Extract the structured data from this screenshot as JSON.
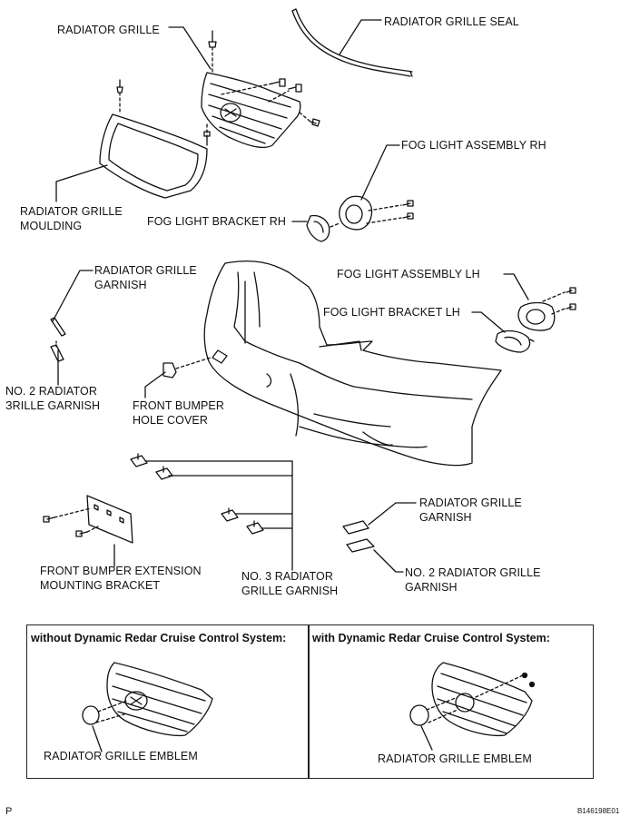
{
  "labels": {
    "radiator_grille": "RADIATOR GRILLE",
    "radiator_grille_seal": "RADIATOR GRILLE SEAL",
    "fog_light_assembly_rh": "FOG LIGHT ASSEMBLY RH",
    "radiator_grille_moulding_1": "RADIATOR GRILLE",
    "radiator_grille_moulding_2": "MOULDING",
    "fog_light_bracket_rh": "FOG LIGHT BRACKET RH",
    "radiator_grille_garnish_top_1": "RADIATOR GRILLE",
    "radiator_grille_garnish_top_2": "GARNISH",
    "fog_light_assembly_lh": "FOG LIGHT ASSEMBLY LH",
    "fog_light_bracket_lh": "FOG LIGHT BRACKET LH",
    "no2_radiator_grille_garnish_left_1": "ΝO. 2 RADIATOR",
    "no2_radiator_grille_garnish_left_2": "ЗRILLE GARNISH",
    "front_bumper_hole_cover_1": "FRONT BUMPER",
    "front_bumper_hole_cover_2": "HOLE COVER",
    "radiator_grille_garnish_right_1": "RADIATOR GRILLE",
    "radiator_grille_garnish_right_2": "GARNISH",
    "front_bumper_extension_bracket_1": "FRONT BUMPER EXTENSION",
    "front_bumper_extension_bracket_2": "MOUNTING BRACKET",
    "no3_radiator_grille_garnish_1": "NO. 3 RADIATOR",
    "no3_radiator_grille_garnish_2": "GRILLE GARNISH",
    "no2_radiator_grille_garnish_right_1": "NO. 2 RADIATOR GRILLE",
    "no2_radiator_grille_garnish_right_2": "GARNISH"
  },
  "panels": {
    "left_header": "without Dynamic Redar Cruise Control System:",
    "right_header": "with Dynamic Redar Cruise Control System:",
    "left_emblem": "RADIATOR GRILLE EMBLEM",
    "right_emblem": "RADIATOR GRILLE EMBLEM"
  },
  "footer": {
    "page_marker": "P",
    "figure_id": "B146198E01"
  }
}
